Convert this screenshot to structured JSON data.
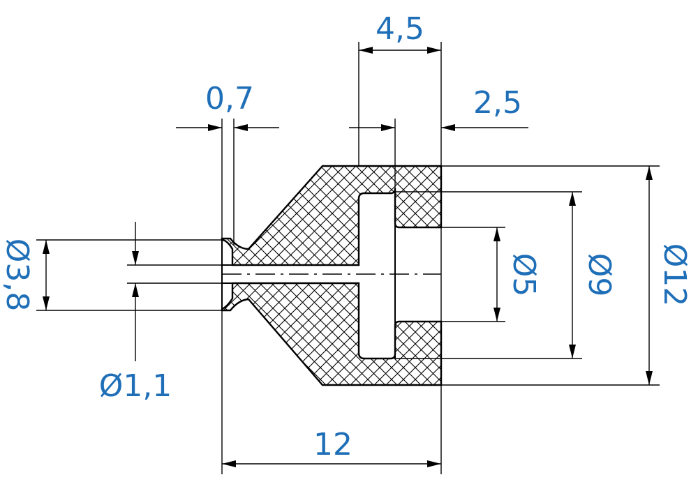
{
  "colors": {
    "dimension_text": "#1f6fb8",
    "lines": "#000000",
    "background": "#ffffff"
  },
  "dimensions": {
    "width_4_5": "4,5",
    "width_0_7": "0,7",
    "width_2_5": "2,5",
    "dia_3_8": "Ø3,8",
    "dia_1_1": "Ø1,1",
    "dia_5": "Ø5",
    "dia_9": "Ø9",
    "dia_12": "Ø12",
    "length_12": "12"
  }
}
